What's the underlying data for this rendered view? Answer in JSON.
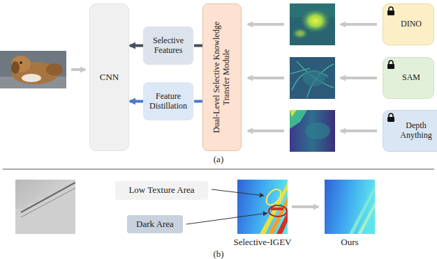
{
  "diagram": {
    "nodes": [
      {
        "text": [
          "CNN"
        ]
      },
      {
        "text": [
          "Selective Features"
        ]
      },
      {
        "text": [
          "Feature Distillation"
        ]
      },
      {
        "text": [
          "Dual-Level Selective Knowledge Transfer Module"
        ]
      },
      {
        "text": [
          "DINO"
        ]
      },
      {
        "text": [
          "SAM"
        ]
      },
      {
        "text": [
          "Depth Anything"
        ]
      },
      {
        "text": [
          "Low Texture Area"
        ]
      },
      {
        "text": [
          "Dark Area"
        ]
      }
    ],
    "edges": [
      {
        "from": 3,
        "to": 1,
        "arrow": "none"
      },
      {
        "from": 1,
        "to": 0,
        "arrow": "to"
      },
      {
        "from": 3,
        "to": 2,
        "arrow": "none"
      },
      {
        "from": 2,
        "to": 0,
        "arrow": "to"
      }
    ],
    "labels": [
      "(a)",
      "(b)",
      "Selective-IGEV",
      "Ours"
    ]
  }
}
